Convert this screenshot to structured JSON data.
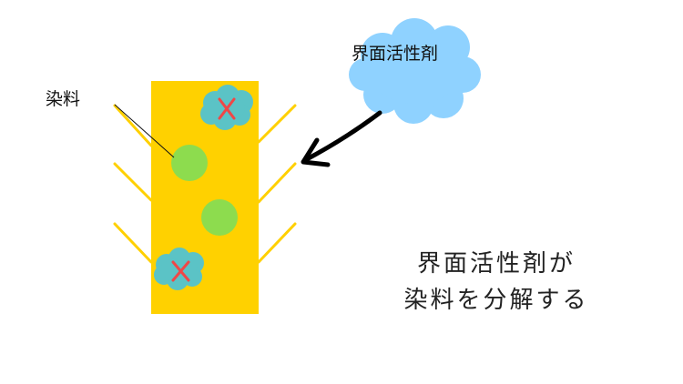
{
  "labels": {
    "dye": "染料",
    "surfactant": "界面活性剤"
  },
  "caption": {
    "line1": "界面活性剤が",
    "line2": "染料を分解する"
  },
  "colors": {
    "fiber": "#ffd100",
    "fiber_hairs": "#ffd000",
    "dye": "#8ddc4e",
    "broken_dye": "#5bc3c6",
    "cross_mark": "#f04747",
    "surfactant_cloud": "#8fd2ff",
    "arrow": "#000000"
  }
}
